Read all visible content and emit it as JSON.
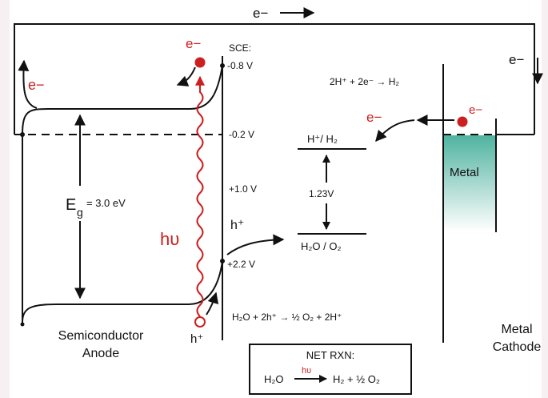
{
  "labels": {
    "electron_top": "e−",
    "electron_anode": "e−",
    "electron_excited": "e−",
    "electron_cathode_dot": "e−",
    "electron_to_level": "e−",
    "electron_right_wire": "e−",
    "sce": "SCE:",
    "v_cb": "-0.8 V",
    "v_fermi": "-0.2 V",
    "v_mid": "+1.0 V",
    "v_vb": "+2.2 V",
    "bandgap_main": "E",
    "bandgap_sub": "g",
    "bandgap_value": "= 3.0 eV",
    "photon": "hυ",
    "hole_upper": "h⁺",
    "hole_lower": "h⁺",
    "h_level": "H⁺/ H₂",
    "potential_gap": "1.23V",
    "o_level": "H₂O / O₂",
    "cathode_reaction": "2H⁺ + 2e⁻ → H₂",
    "anode_reaction": "H₂O + 2h⁺ → ½ O₂ + 2H⁺",
    "metal": "Metal",
    "semiconductor_anode_1": "Semiconductor",
    "semiconductor_anode_2": "Anode",
    "metal_cathode_1": "Metal",
    "metal_cathode_2": "Cathode",
    "net_title": "NET RXN:",
    "net_reactant": "H₂O",
    "net_arrow_label": "hυ",
    "net_products": "H₂ + ½ O₂"
  },
  "colors": {
    "background": "#f6f0f2",
    "panel": "#ffffff",
    "line": "#111111",
    "accent_red": "#cc1f1f",
    "metal_top": "#4fb3a0",
    "metal_bottom": "#ffffff"
  }
}
